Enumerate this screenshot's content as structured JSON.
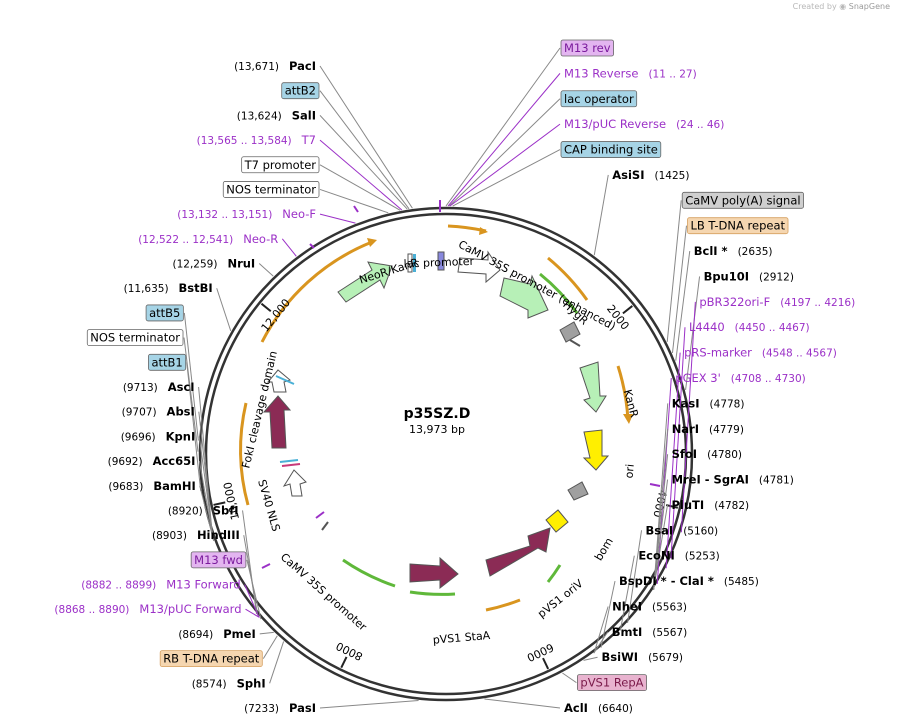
{
  "credit": {
    "prefix": "Created by",
    "brand": "SnapGene"
  },
  "plasmid": {
    "name": "p35SZ.D",
    "size": "13,973 bp",
    "length": 13973
  },
  "colors": {
    "primer": "#9b30c7",
    "backbone": "#333333",
    "feature_arrow": "#d9951f",
    "promoter_white": "#ffffff",
    "marker_green": "#b7f0b7",
    "ori_yellow": "#ffef00",
    "polyA_gray": "#a0a0a0",
    "purple_cds": "#8b2b55",
    "misc_blue": "#a6d4e6",
    "repeat_peach": "#f5d6b0",
    "green_arrow": "#5fb83a",
    "site_border": "#8fb8c8"
  },
  "ticks": [
    {
      "label": "2000",
      "bp": 2000
    },
    {
      "label": "4000",
      "bp": 4000
    },
    {
      "label": "6000",
      "bp": 6000
    },
    {
      "label": "8000",
      "bp": 8000
    },
    {
      "label": "10,000",
      "bp": 10000
    },
    {
      "label": "12,000",
      "bp": 12000
    }
  ],
  "inner_labels": [
    {
      "text": "lac promoter",
      "bp": 13890
    },
    {
      "text": "NeoR/KanR",
      "bp": 13300
    },
    {
      "text": "CaMV 35S promoter (enhanced)",
      "bp": 1100
    },
    {
      "text": "HygR",
      "bp": 1650
    },
    {
      "text": "KanR",
      "bp": 2900
    },
    {
      "text": "ori",
      "bp": 3700
    },
    {
      "text": "bom",
      "bp": 4700
    },
    {
      "text": "pVS1 oriV",
      "bp": 5500
    },
    {
      "text": "pVS1 StaA",
      "bp": 6800
    },
    {
      "text": "CaMV 35S promoter",
      "bp": 8600
    },
    {
      "text": "SV40 NLS",
      "bp": 9850
    },
    {
      "text": "FokI cleavage domain",
      "bp": 11000
    }
  ],
  "right_labels": [
    {
      "bp": 0,
      "site": "M13 rev",
      "style": "box-primer"
    },
    {
      "bp": 19,
      "site": "M13 Reverse",
      "pos": "(11 .. 27)",
      "style": "primer"
    },
    {
      "bp": 30,
      "site": "lac operator",
      "style": "box-blue"
    },
    {
      "bp": 35,
      "site": "M13/pUC Reverse",
      "pos": "(24 .. 46)",
      "style": "primer"
    },
    {
      "bp": 60,
      "site": "CAP binding site",
      "style": "box-blue"
    },
    {
      "bp": 1425,
      "site": "AsiSI",
      "pos": "(1425)",
      "style": "enzyme"
    },
    {
      "bp": 2450,
      "site": "CaMV poly(A) signal",
      "style": "box-gray"
    },
    {
      "bp": 2560,
      "site": "LB T-DNA repeat",
      "style": "box-peach"
    },
    {
      "bp": 2635,
      "site": "BclI *",
      "pos": "(2635)",
      "style": "enzyme"
    },
    {
      "bp": 2912,
      "site": "Bpu10I",
      "pos": "(2912)",
      "style": "enzyme"
    },
    {
      "bp": 4207,
      "site": "pBR322ori-F",
      "pos": "(4197 .. 4216)",
      "style": "primer"
    },
    {
      "bp": 4459,
      "site": "L4440",
      "pos": "(4450 .. 4467)",
      "style": "primer"
    },
    {
      "bp": 4558,
      "site": "pRS-marker",
      "pos": "(4548 .. 4567)",
      "style": "primer"
    },
    {
      "bp": 4719,
      "site": "pGEX 3'",
      "pos": "(4708 .. 4730)",
      "style": "primer"
    },
    {
      "bp": 4778,
      "site": "KasI",
      "pos": "(4778)",
      "style": "enzyme"
    },
    {
      "bp": 4779,
      "site": "NarI",
      "pos": "(4779)",
      "style": "enzyme"
    },
    {
      "bp": 4780,
      "site": "SfoI",
      "pos": "(4780)",
      "style": "enzyme"
    },
    {
      "bp": 4781,
      "site": "MreI  -  SgrAI",
      "pos": "(4781)",
      "style": "enzyme"
    },
    {
      "bp": 4782,
      "site": "PluTI",
      "pos": "(4782)",
      "style": "enzyme"
    },
    {
      "bp": 5160,
      "site": "BsaI",
      "pos": "(5160)",
      "style": "enzyme"
    },
    {
      "bp": 5253,
      "site": "EcoNI",
      "pos": "(5253)",
      "style": "enzyme"
    },
    {
      "bp": 5485,
      "site": "BspDI *  -  ClaI *",
      "pos": "(5485)",
      "style": "enzyme"
    },
    {
      "bp": 5563,
      "site": "NheI",
      "pos": "(5563)",
      "style": "enzyme"
    },
    {
      "bp": 5567,
      "site": "BmtI",
      "pos": "(5567)",
      "style": "enzyme"
    },
    {
      "bp": 5679,
      "site": "BsiWI",
      "pos": "(5679)",
      "style": "enzyme"
    },
    {
      "bp": 5900,
      "site": "pVS1 RepA",
      "style": "box-purple"
    },
    {
      "bp": 6640,
      "site": "AclI",
      "pos": "(6640)",
      "style": "enzyme"
    }
  ],
  "left_labels": [
    {
      "bp": 13671,
      "site": "PacI",
      "pos": "(13,671)",
      "style": "enzyme"
    },
    {
      "bp": 13640,
      "site": "attB2",
      "style": "box-blue"
    },
    {
      "bp": 13624,
      "site": "SalI",
      "pos": "(13,624)",
      "style": "enzyme"
    },
    {
      "bp": 13575,
      "site": "T7",
      "pos": "(13,565 .. 13,584)",
      "style": "primer"
    },
    {
      "bp": 13560,
      "site": "T7 promoter",
      "style": "box-white"
    },
    {
      "bp": 13450,
      "site": "NOS terminator",
      "style": "box-white"
    },
    {
      "bp": 13142,
      "site": "Neo-F",
      "pos": "(13,132 .. 13,151)",
      "style": "primer"
    },
    {
      "bp": 12532,
      "site": "Neo-R",
      "pos": "(12,522 .. 12,541)",
      "style": "primer"
    },
    {
      "bp": 12259,
      "site": "NruI",
      "pos": "(12,259)",
      "style": "enzyme"
    },
    {
      "bp": 11635,
      "site": "BstBI",
      "pos": "(11,635)",
      "style": "enzyme"
    },
    {
      "bp": 10600,
      "site": "attB5",
      "style": "box-blue"
    },
    {
      "bp": 10500,
      "site": "NOS terminator",
      "style": "box-white"
    },
    {
      "bp": 10150,
      "site": "attB1",
      "style": "box-blue"
    },
    {
      "bp": 9713,
      "site": "AscI",
      "pos": "(9713)",
      "style": "enzyme"
    },
    {
      "bp": 9707,
      "site": "AbsI",
      "pos": "(9707)",
      "style": "enzyme"
    },
    {
      "bp": 9696,
      "site": "KpnI",
      "pos": "(9696)",
      "style": "enzyme"
    },
    {
      "bp": 9692,
      "site": "Acc65I",
      "pos": "(9692)",
      "style": "enzyme"
    },
    {
      "bp": 9683,
      "site": "BamHI",
      "pos": "(9683)",
      "style": "enzyme"
    },
    {
      "bp": 8920,
      "site": "SbfI",
      "pos": "(8920)",
      "style": "enzyme"
    },
    {
      "bp": 8903,
      "site": "HindIII",
      "pos": "(8903)",
      "style": "enzyme"
    },
    {
      "bp": 8860,
      "site": "M13 fwd",
      "style": "box-primer"
    },
    {
      "bp": 8890,
      "site": "M13 Forward",
      "pos": "(8882 .. 8899)",
      "style": "primer"
    },
    {
      "bp": 8879,
      "site": "M13/pUC Forward",
      "pos": "(8868 .. 8890)",
      "style": "primer"
    },
    {
      "bp": 8694,
      "site": "PmeI",
      "pos": "(8694)",
      "style": "enzyme"
    },
    {
      "bp": 8650,
      "site": "RB T-DNA repeat",
      "style": "box-peach"
    },
    {
      "bp": 8574,
      "site": "SphI",
      "pos": "(8574)",
      "style": "enzyme"
    },
    {
      "bp": 7233,
      "site": "PasI",
      "pos": "(7233)",
      "style": "enzyme"
    }
  ]
}
